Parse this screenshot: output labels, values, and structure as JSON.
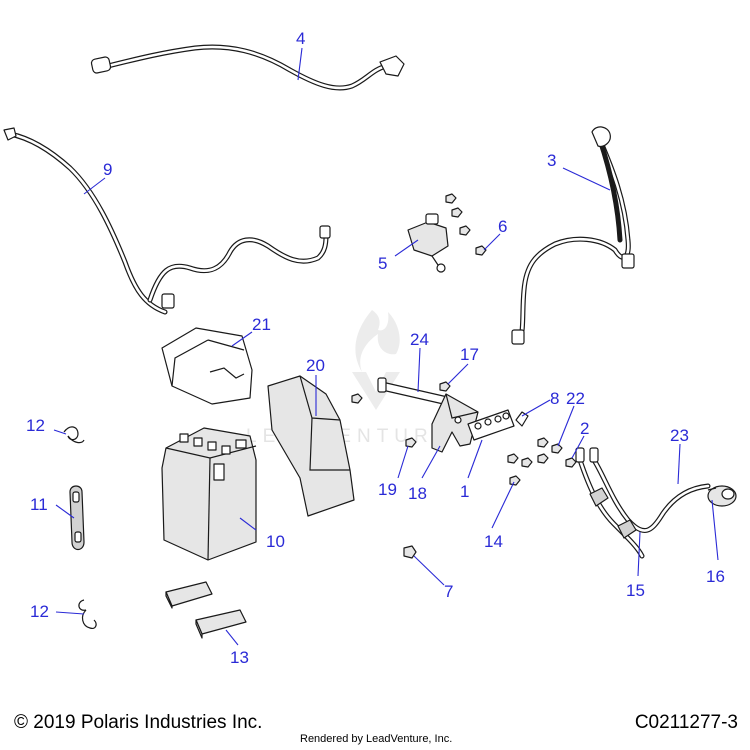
{
  "watermark": "LEADVENTURE",
  "labels": {
    "l1": "1",
    "l2": "2",
    "l3": "3",
    "l4": "4",
    "l5": "5",
    "l6": "6",
    "l7": "7",
    "l8": "8",
    "l9": "9",
    "l10": "10",
    "l11": "11",
    "l12a": "12",
    "l12b": "12",
    "l13": "13",
    "l14": "14",
    "l15": "15",
    "l16": "16",
    "l17": "17",
    "l18": "18",
    "l19": "19",
    "l20": "20",
    "l21": "21",
    "l22": "22",
    "l23": "23",
    "l24": "24"
  },
  "footer": {
    "copyright": "© 2019 Polaris Industries Inc.",
    "rendered_by": "Rendered by LeadVenture, Inc.",
    "drawing_id": "C0211277-3"
  },
  "colors": {
    "callout": "#2a2ad6",
    "line_art": "#1a1a1a",
    "watermark": "#e4e4e4"
  }
}
